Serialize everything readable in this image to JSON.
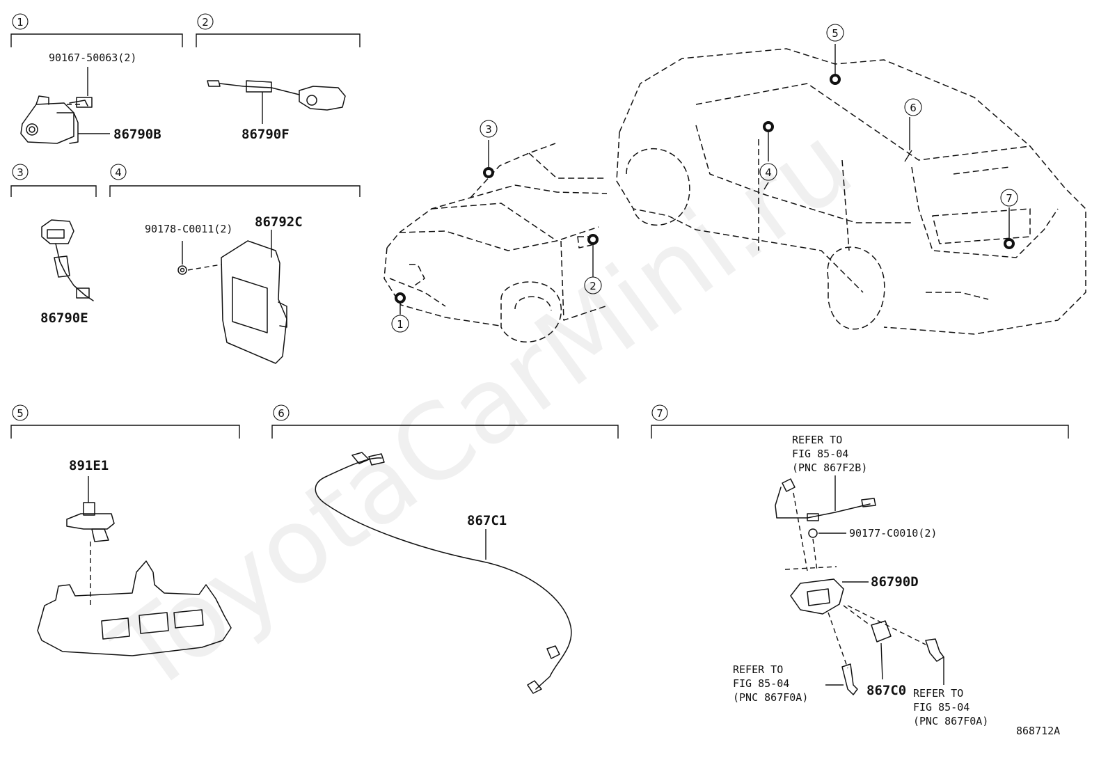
{
  "watermark": "ToyotaCarMini.ru",
  "figure_id": "868712A",
  "sections": [
    "1",
    "2",
    "3",
    "4",
    "5",
    "6",
    "7"
  ],
  "parts": {
    "p9016750063": "90167-50063(2)",
    "p86790B": "86790B",
    "p86790F": "86790F",
    "p86790E": "86790E",
    "p90178C0011": "90178-C0011(2)",
    "p86792C": "86792C",
    "p891E1": "891E1",
    "p867C1": "867C1",
    "p90177C0010": "90177-C0010(2)",
    "p86790D": "86790D",
    "p867C0": "867C0"
  },
  "refer": {
    "top": [
      "REFER TO",
      "FIG 85-04",
      "(PNC 867F2B)"
    ],
    "left": [
      "REFER TO",
      "FIG 85-04",
      "(PNC 867F0A)"
    ],
    "right": [
      "REFER TO",
      "FIG 85-04",
      "(PNC 867F0A)"
    ]
  }
}
